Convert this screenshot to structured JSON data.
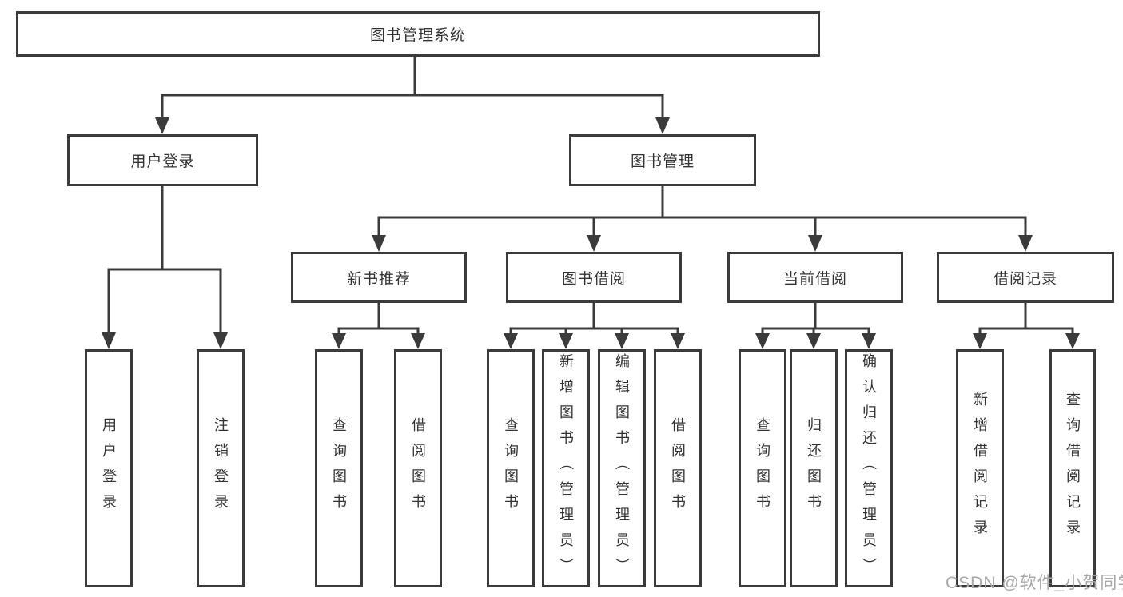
{
  "tree": {
    "root": {
      "label": "图书管理系统"
    },
    "user_login": {
      "label": "用户登录",
      "children": [
        {
          "label": "用户登录"
        },
        {
          "label": "注销登录"
        }
      ]
    },
    "book_mgmt": {
      "label": "图书管理",
      "children": [
        {
          "label": "新书推荐",
          "children": [
            {
              "label": "查询图书"
            },
            {
              "label": "借阅图书"
            }
          ]
        },
        {
          "label": "图书借阅",
          "children": [
            {
              "label": "查询图书"
            },
            {
              "label": "新增图书（管理员）"
            },
            {
              "label": "编辑图书（管理员）"
            },
            {
              "label": "借阅图书"
            }
          ]
        },
        {
          "label": "当前借阅",
          "children": [
            {
              "label": "查询图书"
            },
            {
              "label": "归还图书"
            },
            {
              "label": "确认归还（管理员）"
            }
          ]
        },
        {
          "label": "借阅记录",
          "children": [
            {
              "label": "新增借阅记录"
            },
            {
              "label": "查询借阅记录"
            }
          ]
        }
      ]
    }
  },
  "watermark": "CSDN @软件_小贺同学",
  "colors": {
    "line": "#3b3b3b",
    "text": "#333333",
    "watermark": "#a8a8a8",
    "background": "#ffffff"
  }
}
